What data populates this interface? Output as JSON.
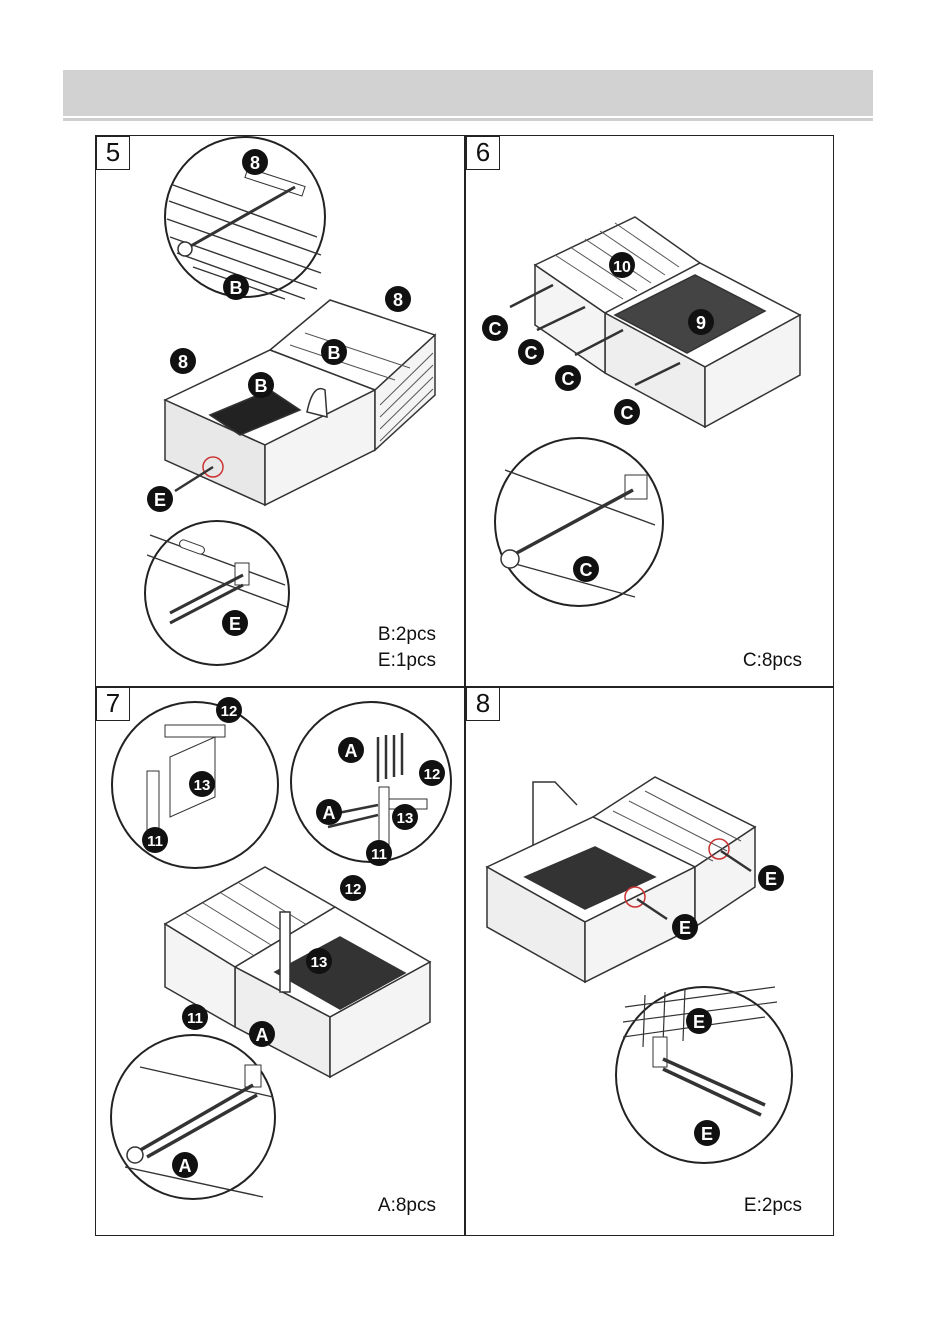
{
  "steps": [
    {
      "number": "5",
      "qty_lines": [
        "B:2pcs",
        "E:1pcs"
      ]
    },
    {
      "number": "6",
      "qty_lines": [
        "C:8pcs"
      ]
    },
    {
      "number": "7",
      "qty_lines": [
        "A:8pcs"
      ]
    },
    {
      "number": "8",
      "qty_lines": [
        "E:2pcs"
      ]
    }
  ],
  "labels": {
    "p5": {
      "top8": "8",
      "bCircle": "B",
      "right8": "8",
      "bRight": "B",
      "left8": "8",
      "bCenter": "B",
      "eMain": "E",
      "eCircle": "E"
    },
    "p6": {
      "n10": "10",
      "n9": "9",
      "c1": "C",
      "c2": "C",
      "c3": "C",
      "c4": "C",
      "cCircle": "C"
    },
    "p7": {
      "n12a": "12",
      "n13a": "13",
      "n11a": "11",
      "a1": "A",
      "a2": "A",
      "n12b": "12",
      "n13b": "13",
      "n11b": "11",
      "n12c": "12",
      "n13c": "13",
      "n11c": "11",
      "aMain": "A",
      "aCircle": "A"
    },
    "p8": {
      "e1": "E",
      "e2": "E",
      "e3": "E",
      "e4": "E"
    }
  }
}
